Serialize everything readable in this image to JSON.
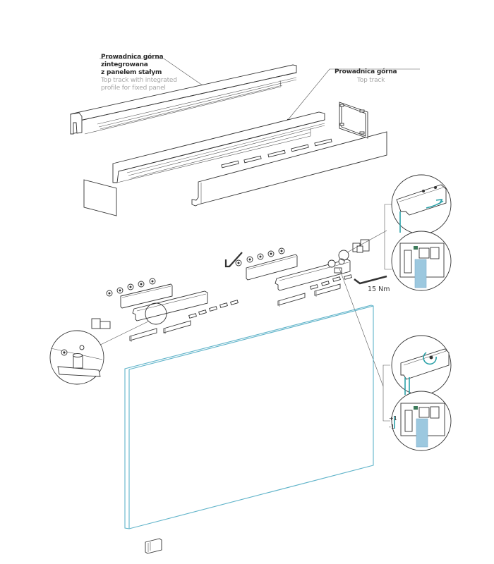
{
  "title": "Exploded assembly diagram - sliding glass door top track",
  "labels": {
    "integrated_track": {
      "pl": [
        "Prowadnica górna",
        "zintegrowana",
        "z panelem stałym"
      ],
      "en": [
        "Top track with integrated",
        "profile for fixed panel"
      ]
    },
    "top_track": {
      "pl": "Prowadnica górna",
      "en": "Top track"
    },
    "torque": "15 Nm",
    "adjustment": {
      "plus": "+1",
      "minus": "-1"
    }
  },
  "colors": {
    "line": "#333333",
    "glass_edge": "#5fb3c9",
    "highlight_arrow": "#2aa1a8",
    "glass_fill": "#9cc8df",
    "label_primary": "#2a2a2a",
    "label_secondary": "#a6a6a6"
  },
  "parts": [
    "integrated-top-track",
    "top-track",
    "end-cap",
    "fascia-cover",
    "side-panel",
    "hex-key-small",
    "hex-key-large",
    "clamp-plate-left",
    "clamp-plate-right",
    "carriage-left",
    "carriage-right",
    "stopper-left",
    "stopper-right",
    "glass-pads",
    "screws",
    "nuts",
    "glass-panel",
    "floor-guide"
  ],
  "details": [
    "detail-top-right-lock",
    "detail-top-right-section",
    "detail-mid-right-adjust",
    "detail-mid-right-section-height",
    "detail-left-stopper"
  ]
}
